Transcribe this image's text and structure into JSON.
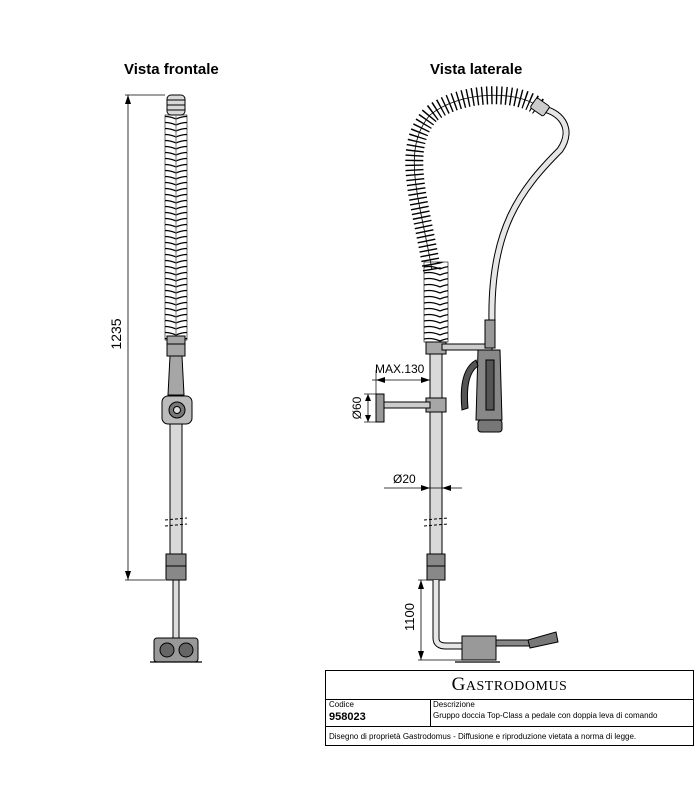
{
  "views": {
    "front_title": "Vista frontale",
    "side_title": "Vista laterale"
  },
  "dimensions": {
    "total_height": "1235",
    "max_reach": "MAX.130",
    "flange_diameter": "Ø60",
    "pipe_diameter": "Ø20",
    "pedal_height": "1100"
  },
  "title_block": {
    "brand_initial": "G",
    "brand_rest": "ASTRODOMUS",
    "code_label": "Codice",
    "code_value": "958023",
    "description_label": "Descrizione",
    "description_value": "Gruppo doccia Top-Class a pedale con doppia leva di comando",
    "footer": "Disegno di proprietà Gastrodomus -  Diffusione e riproduzione vietata a norma di legge."
  },
  "colors": {
    "line": "#000000",
    "fill_light": "#d9d9d9",
    "fill_mid": "#a6a6a6",
    "fill_dark": "#555555"
  }
}
